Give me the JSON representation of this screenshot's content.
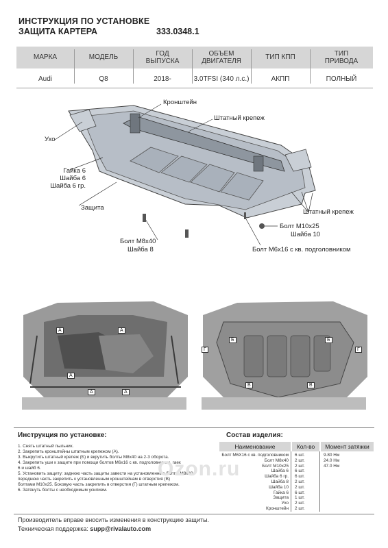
{
  "header": {
    "title_line1": "ИНСТРУКЦИЯ ПО УСТАНОВКЕ",
    "title_line2": "ЗАЩИТА КАРТЕРА",
    "part_number": "333.0348.1"
  },
  "spec_table": {
    "headers": [
      "МАРКА",
      "МОДЕЛЬ",
      "ГОД ВЫПУСКА",
      "ОБЪЕМ ДВИГАТЕЛЯ",
      "ТИП КПП",
      "ТИП ПРИВОДА"
    ],
    "headers_line1": [
      "МАРКА",
      "МОДЕЛЬ",
      "ГОД",
      "ОБЪЕМ",
      "ТИП КПП",
      "ТИП"
    ],
    "headers_line2": [
      "",
      "",
      "ВЫПУСКА",
      "ДВИГАТЕЛЯ",
      "",
      "ПРИВОДА"
    ],
    "values": [
      "Audi",
      "Q8",
      "2018-",
      "3.0TFSI (340 л.с.)",
      "АКПП",
      "ПОЛНЫЙ"
    ]
  },
  "diagram_labels": {
    "bracket": "Кронштейн",
    "std_fastener_top": "Штатный крепеж",
    "ear": "Ухо",
    "nut": "Гайка 6",
    "washer6": "Шайба 6",
    "washer6gr": "Шайба 6 гр.",
    "guard": "Защита",
    "std_fastener_right": "Штатный крепеж",
    "bolt_m10": "Болт М10х25",
    "washer10": "Шайба 10",
    "bolt_m8": "Болт М8х40",
    "washer8": "Шайба 8",
    "bolt_m6": "Болт М6х16 с кв. подголовником"
  },
  "photo_markers": {
    "left": [
      "A",
      "A",
      "A",
      "A",
      "A"
    ],
    "right": [
      "Б",
      "Б",
      "Г",
      "Г",
      "В",
      "В"
    ]
  },
  "instructions": {
    "title": "Инструкция по установке:",
    "steps": [
      "1. Снять штатный пыльник.",
      "2. Закрепить кронштейны штатным крепежом (А).",
      "3. Выкрутить штатный крепеж (Б) и вкрутить болты М8х40 на 2-3 оборота.",
      "4. Закрепить уши к защите при помощи болтов М6х16 с кв. подголовником, гаек",
      "6 и шайб 6.",
      "5. Установить защиту: заднюю часть защиты завести на установленные болты М8х40,",
      "переднюю часть закрепить к установленным кронштейнам в отверстия (В)",
      "болтами М10х25. Боковую часть закрепить в отверстия (Г) штатным крепежом.",
      "6. Затянуть болты с необходимым усилием."
    ]
  },
  "composition": {
    "title": "Состав изделия:",
    "headers": [
      "Наименование",
      "Кол-во",
      "Момент затяжки"
    ],
    "rows": [
      {
        "name": "Болт М6Х16 с кв. подголовником",
        "qty": "6 шт.",
        "torque": "9.80 Нм"
      },
      {
        "name": "Болт М8х40",
        "qty": "2 шт.",
        "torque": "24.0 Нм"
      },
      {
        "name": "Болт М10х25",
        "qty": "2 шт.",
        "torque": "47.0 Нм"
      },
      {
        "name": "Шайба 6",
        "qty": "6 шт.",
        "torque": ""
      },
      {
        "name": "Шайба 6 гр.",
        "qty": "6 шт.",
        "torque": ""
      },
      {
        "name": "Шайба 8",
        "qty": "2 шт.",
        "torque": ""
      },
      {
        "name": "Шайба 10",
        "qty": "2 шт.",
        "torque": ""
      },
      {
        "name": "Гайка 6",
        "qty": "6 шт.",
        "torque": ""
      },
      {
        "name": "Защита",
        "qty": "1 шт.",
        "torque": ""
      },
      {
        "name": "Ухо",
        "qty": "2 шт.",
        "torque": ""
      },
      {
        "name": "Кронштейн",
        "qty": "2 шт.",
        "torque": ""
      }
    ]
  },
  "watermark": "Ozon.ru",
  "footer": {
    "line1": "Производитель вправе вносить изменения в конструкцию защиты.",
    "support_label": "Техническая поддержка:",
    "support_email": "supp@rivalauto.com"
  }
}
